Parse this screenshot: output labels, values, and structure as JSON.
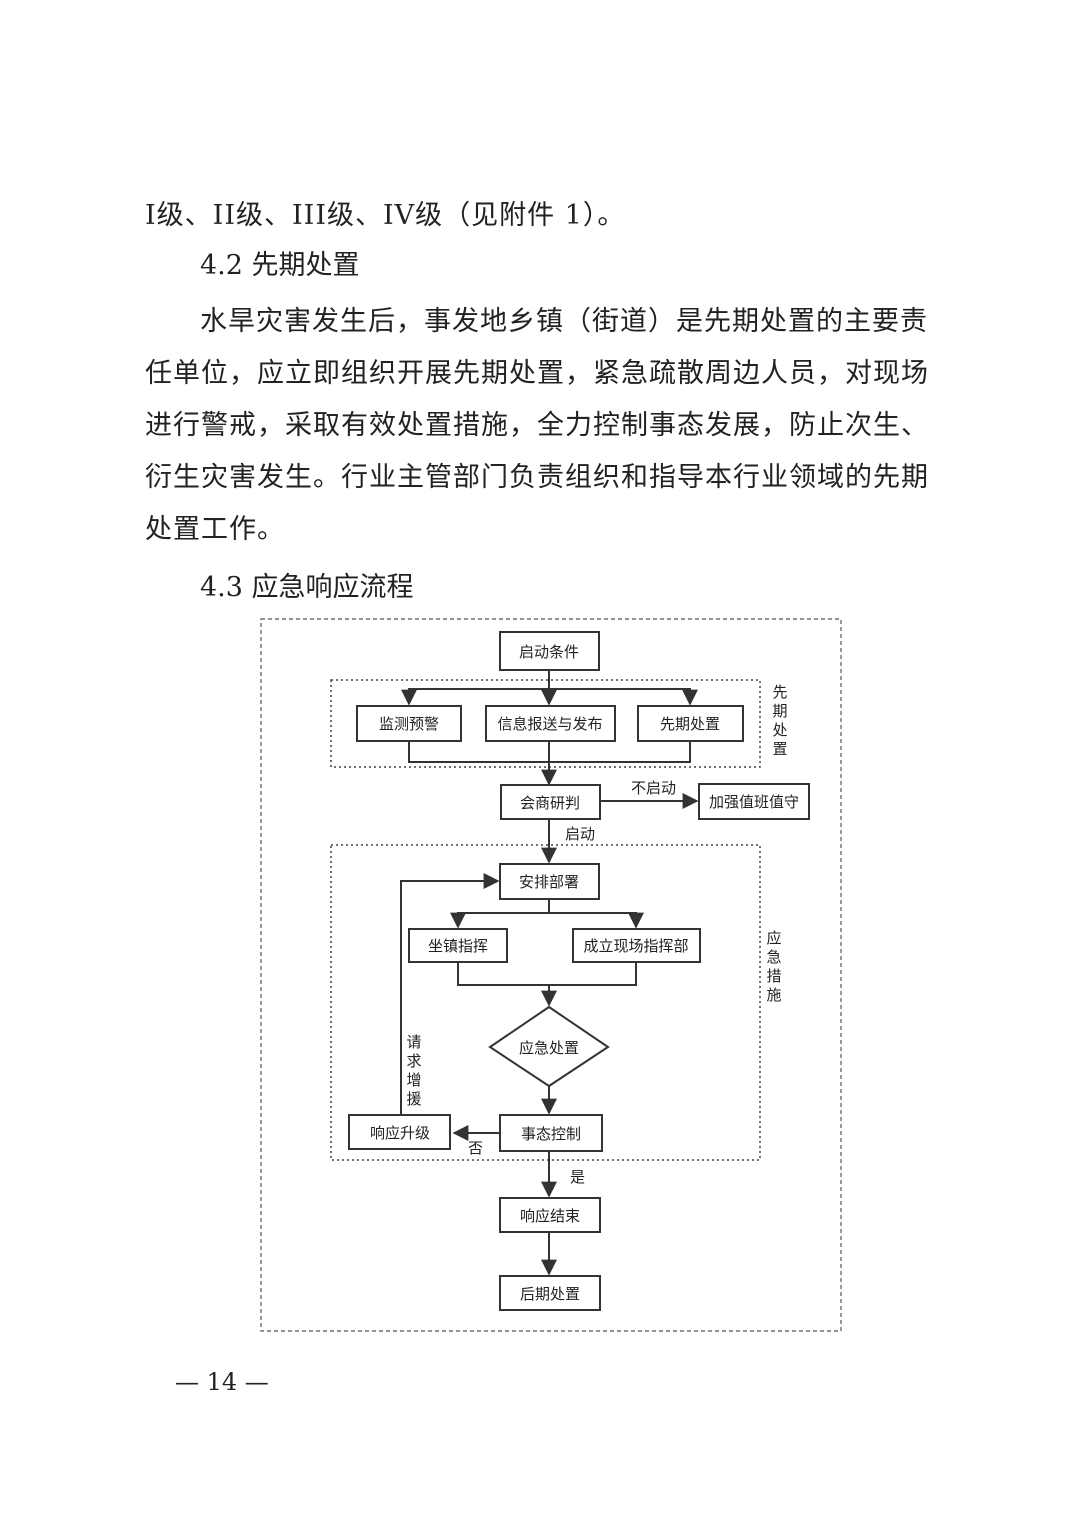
{
  "lines": {
    "l1": "I级、II级、III级、IV级（见附件 1）。",
    "h42": "4.2 先期处置",
    "p1": "水旱灾害发生后，事发地乡镇（街道）是先期处置的主要责",
    "p2": "任单位，应立即组织开展先期处置，紧急疏散周边人员，对现场",
    "p3": "进行警戒，采取有效处置措施，全力控制事态发展，防止次生、",
    "p4": "衍生灾害发生。行业主管部门负责组织和指导本行业领域的先期",
    "p5": "处置工作。",
    "h43": "4.3 应急响应流程"
  },
  "flowchart": {
    "start": "启动条件",
    "monitor": "监测预警",
    "report": "信息报送与发布",
    "early": "先期处置",
    "group_early": [
      "先",
      "期",
      "处",
      "置"
    ],
    "consult": "会商研判",
    "not_start": "不启动",
    "duty": "加强值班值守",
    "start_label": "启动",
    "deploy": "安排部署",
    "command": "坐镇指挥",
    "onsite": "成立现场指挥部",
    "group_emergency": [
      "应",
      "急",
      "措",
      "施"
    ],
    "handle": "应急处置",
    "request": [
      "请",
      "求",
      "增",
      "援"
    ],
    "upgrade": "响应升级",
    "control": "事态控制",
    "no": "否",
    "yes": "是",
    "end": "响应结束",
    "post": "后期处置"
  },
  "page_number": "— 14 —"
}
